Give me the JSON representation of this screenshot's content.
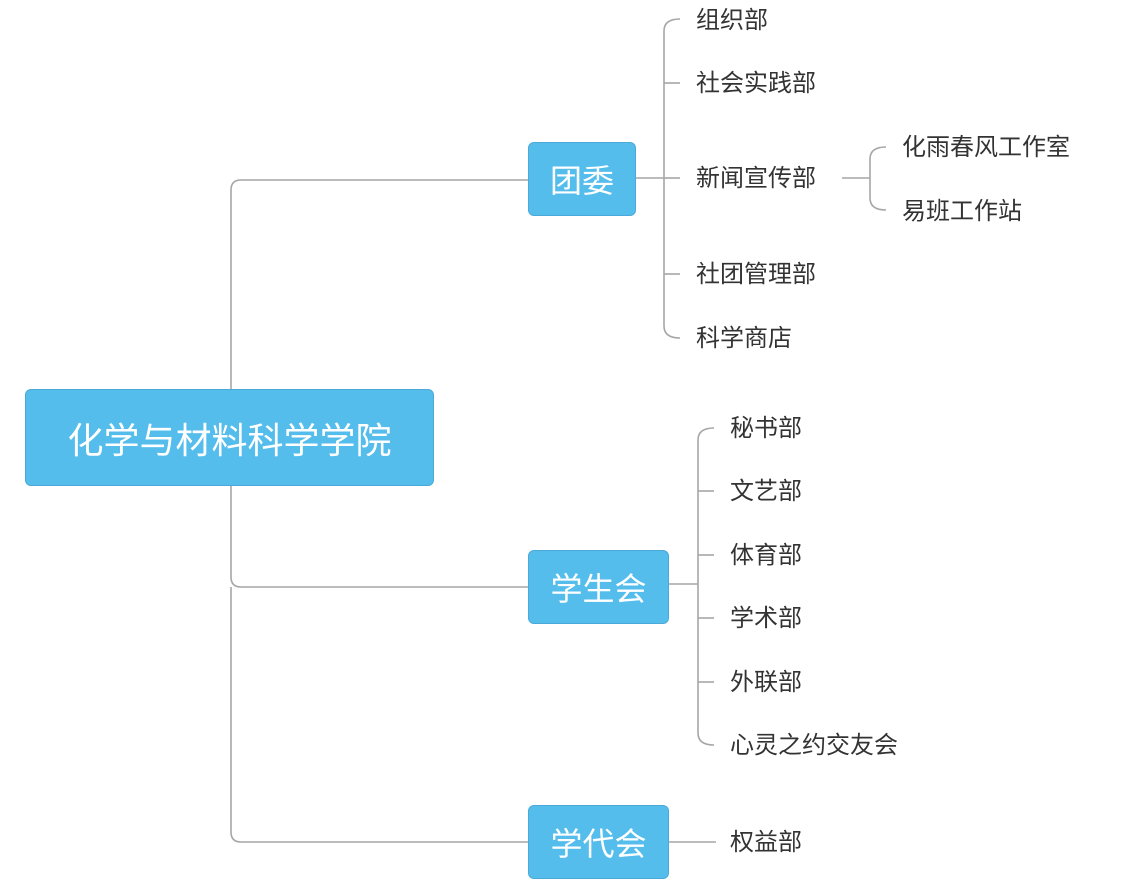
{
  "root": {
    "label": "化学与材料科学学院"
  },
  "tuanwei": {
    "label": "团委",
    "children": [
      "组织部",
      "社会实践部",
      "新闻宣传部",
      "社团管理部",
      "科学商店"
    ],
    "xinwen_children": [
      "化雨春风工作室",
      "易班工作站"
    ]
  },
  "xueshenghui": {
    "label": "学生会",
    "children": [
      "秘书部",
      "文艺部",
      "体育部",
      "学术部",
      "外联部",
      "心灵之约交友会"
    ]
  },
  "xuedaihui": {
    "label": "学代会",
    "children": [
      "权益部"
    ]
  },
  "colors": {
    "node_fill": "#55bdec",
    "node_text": "#ffffff",
    "connector": "#a6a6a6",
    "leaf_text": "#333333"
  }
}
